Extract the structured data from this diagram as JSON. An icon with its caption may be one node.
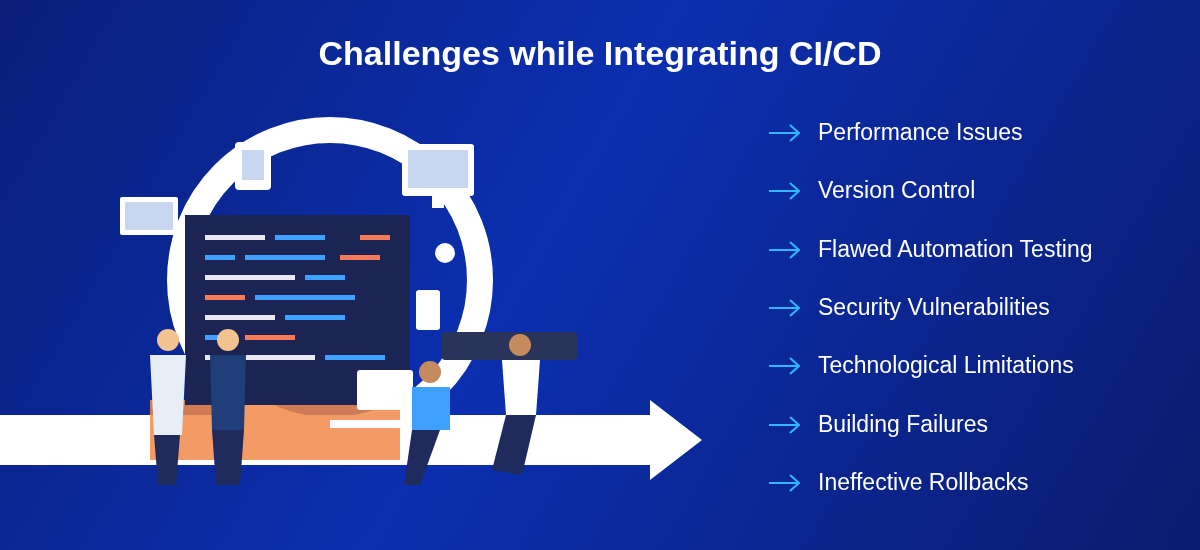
{
  "diagram": {
    "title": "Challenges while Integrating CI/CD",
    "labels": [
      "Performance Issues",
      "Version Control",
      "Flawed Automation Testing",
      "Security Vulnerabilities",
      "Technological Limitations",
      "Building Failures",
      "Ineffective Rollbacks"
    ]
  }
}
